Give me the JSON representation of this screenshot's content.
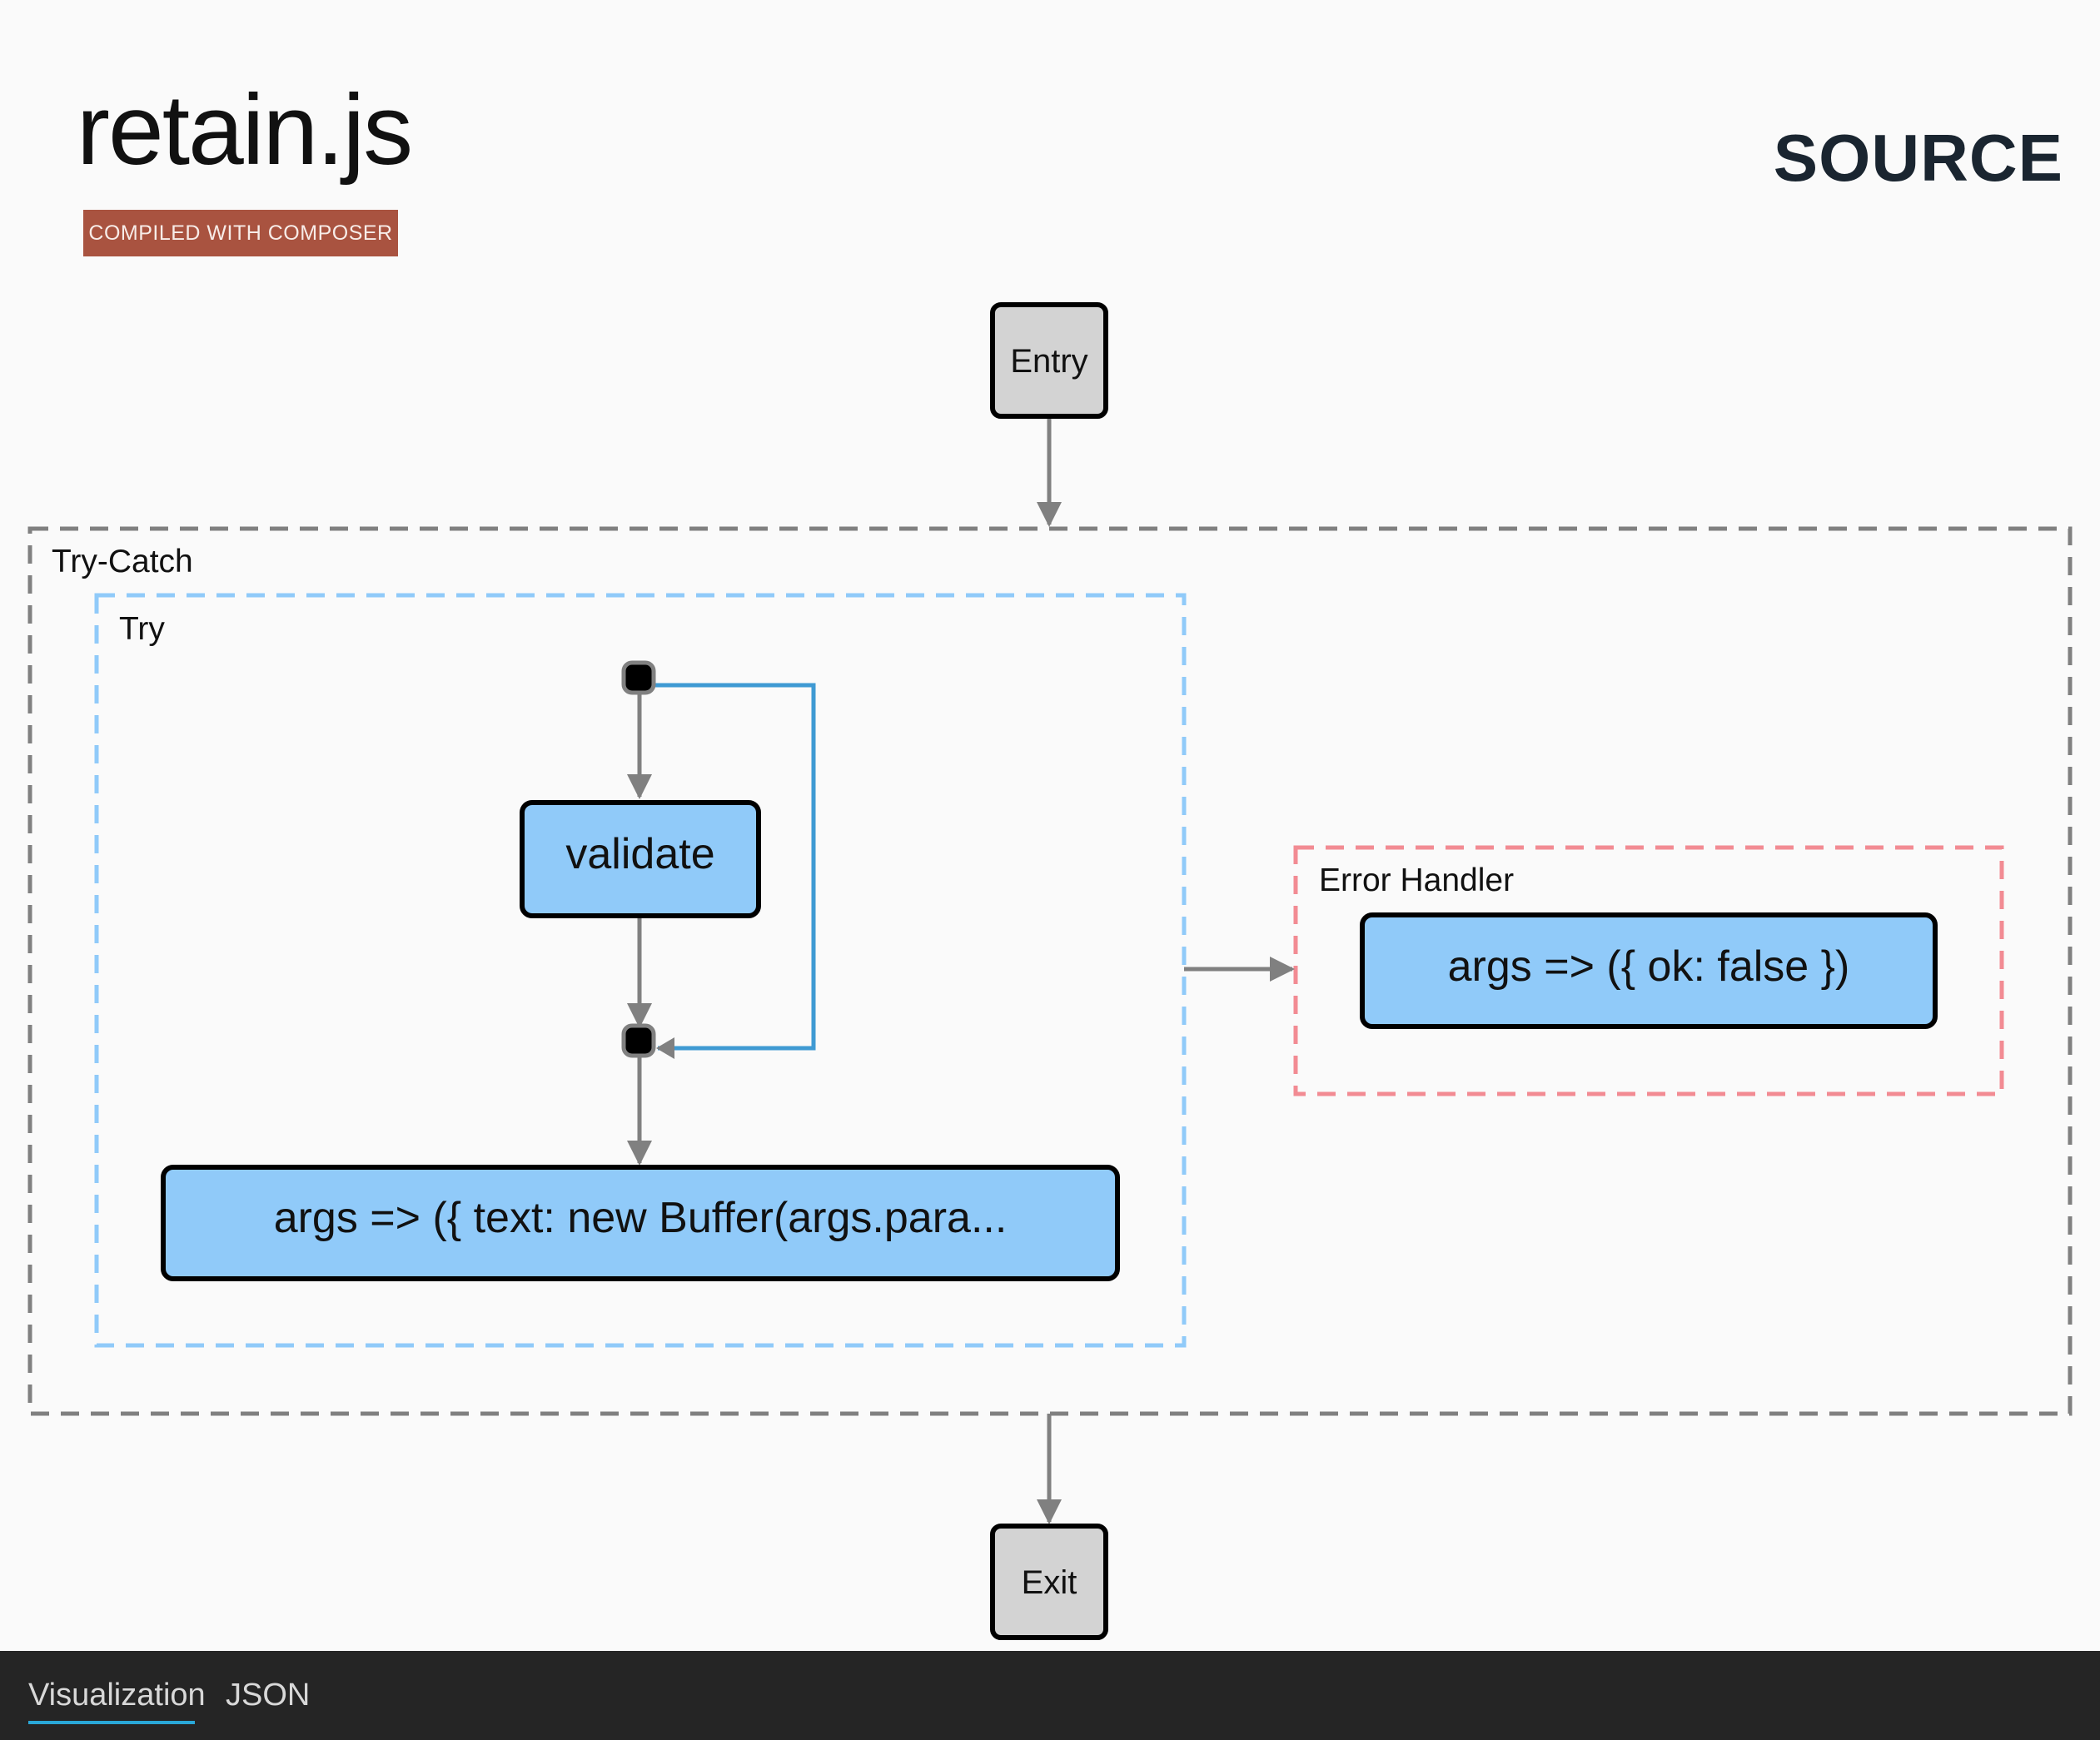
{
  "header": {
    "app_title": "retain.js",
    "badge": "COMPILED WITH COMPOSER",
    "mode_title": "SOURCE"
  },
  "graph": {
    "entry": "Entry",
    "exit": "Exit",
    "groups": {
      "try_catch": "Try-Catch",
      "try": "Try",
      "error_handler": "Error Handler"
    },
    "nodes": {
      "validate": "validate",
      "text_fn": "args => ({ text: new Buffer(args.para...",
      "error_fn": "args => ({ ok: false })"
    },
    "colors": {
      "node_fill": "#90caf9",
      "terminal_fill": "#d3d3d3",
      "try_catch_border": "#808080",
      "try_border": "#90caf9",
      "error_border": "#f28b93",
      "edge": "#808080",
      "loop_edge": "#3f9ad3",
      "badge": "#a95340"
    }
  },
  "footer": {
    "tabs": [
      {
        "label": "Visualization",
        "active": true
      },
      {
        "label": "JSON",
        "active": false
      }
    ]
  }
}
